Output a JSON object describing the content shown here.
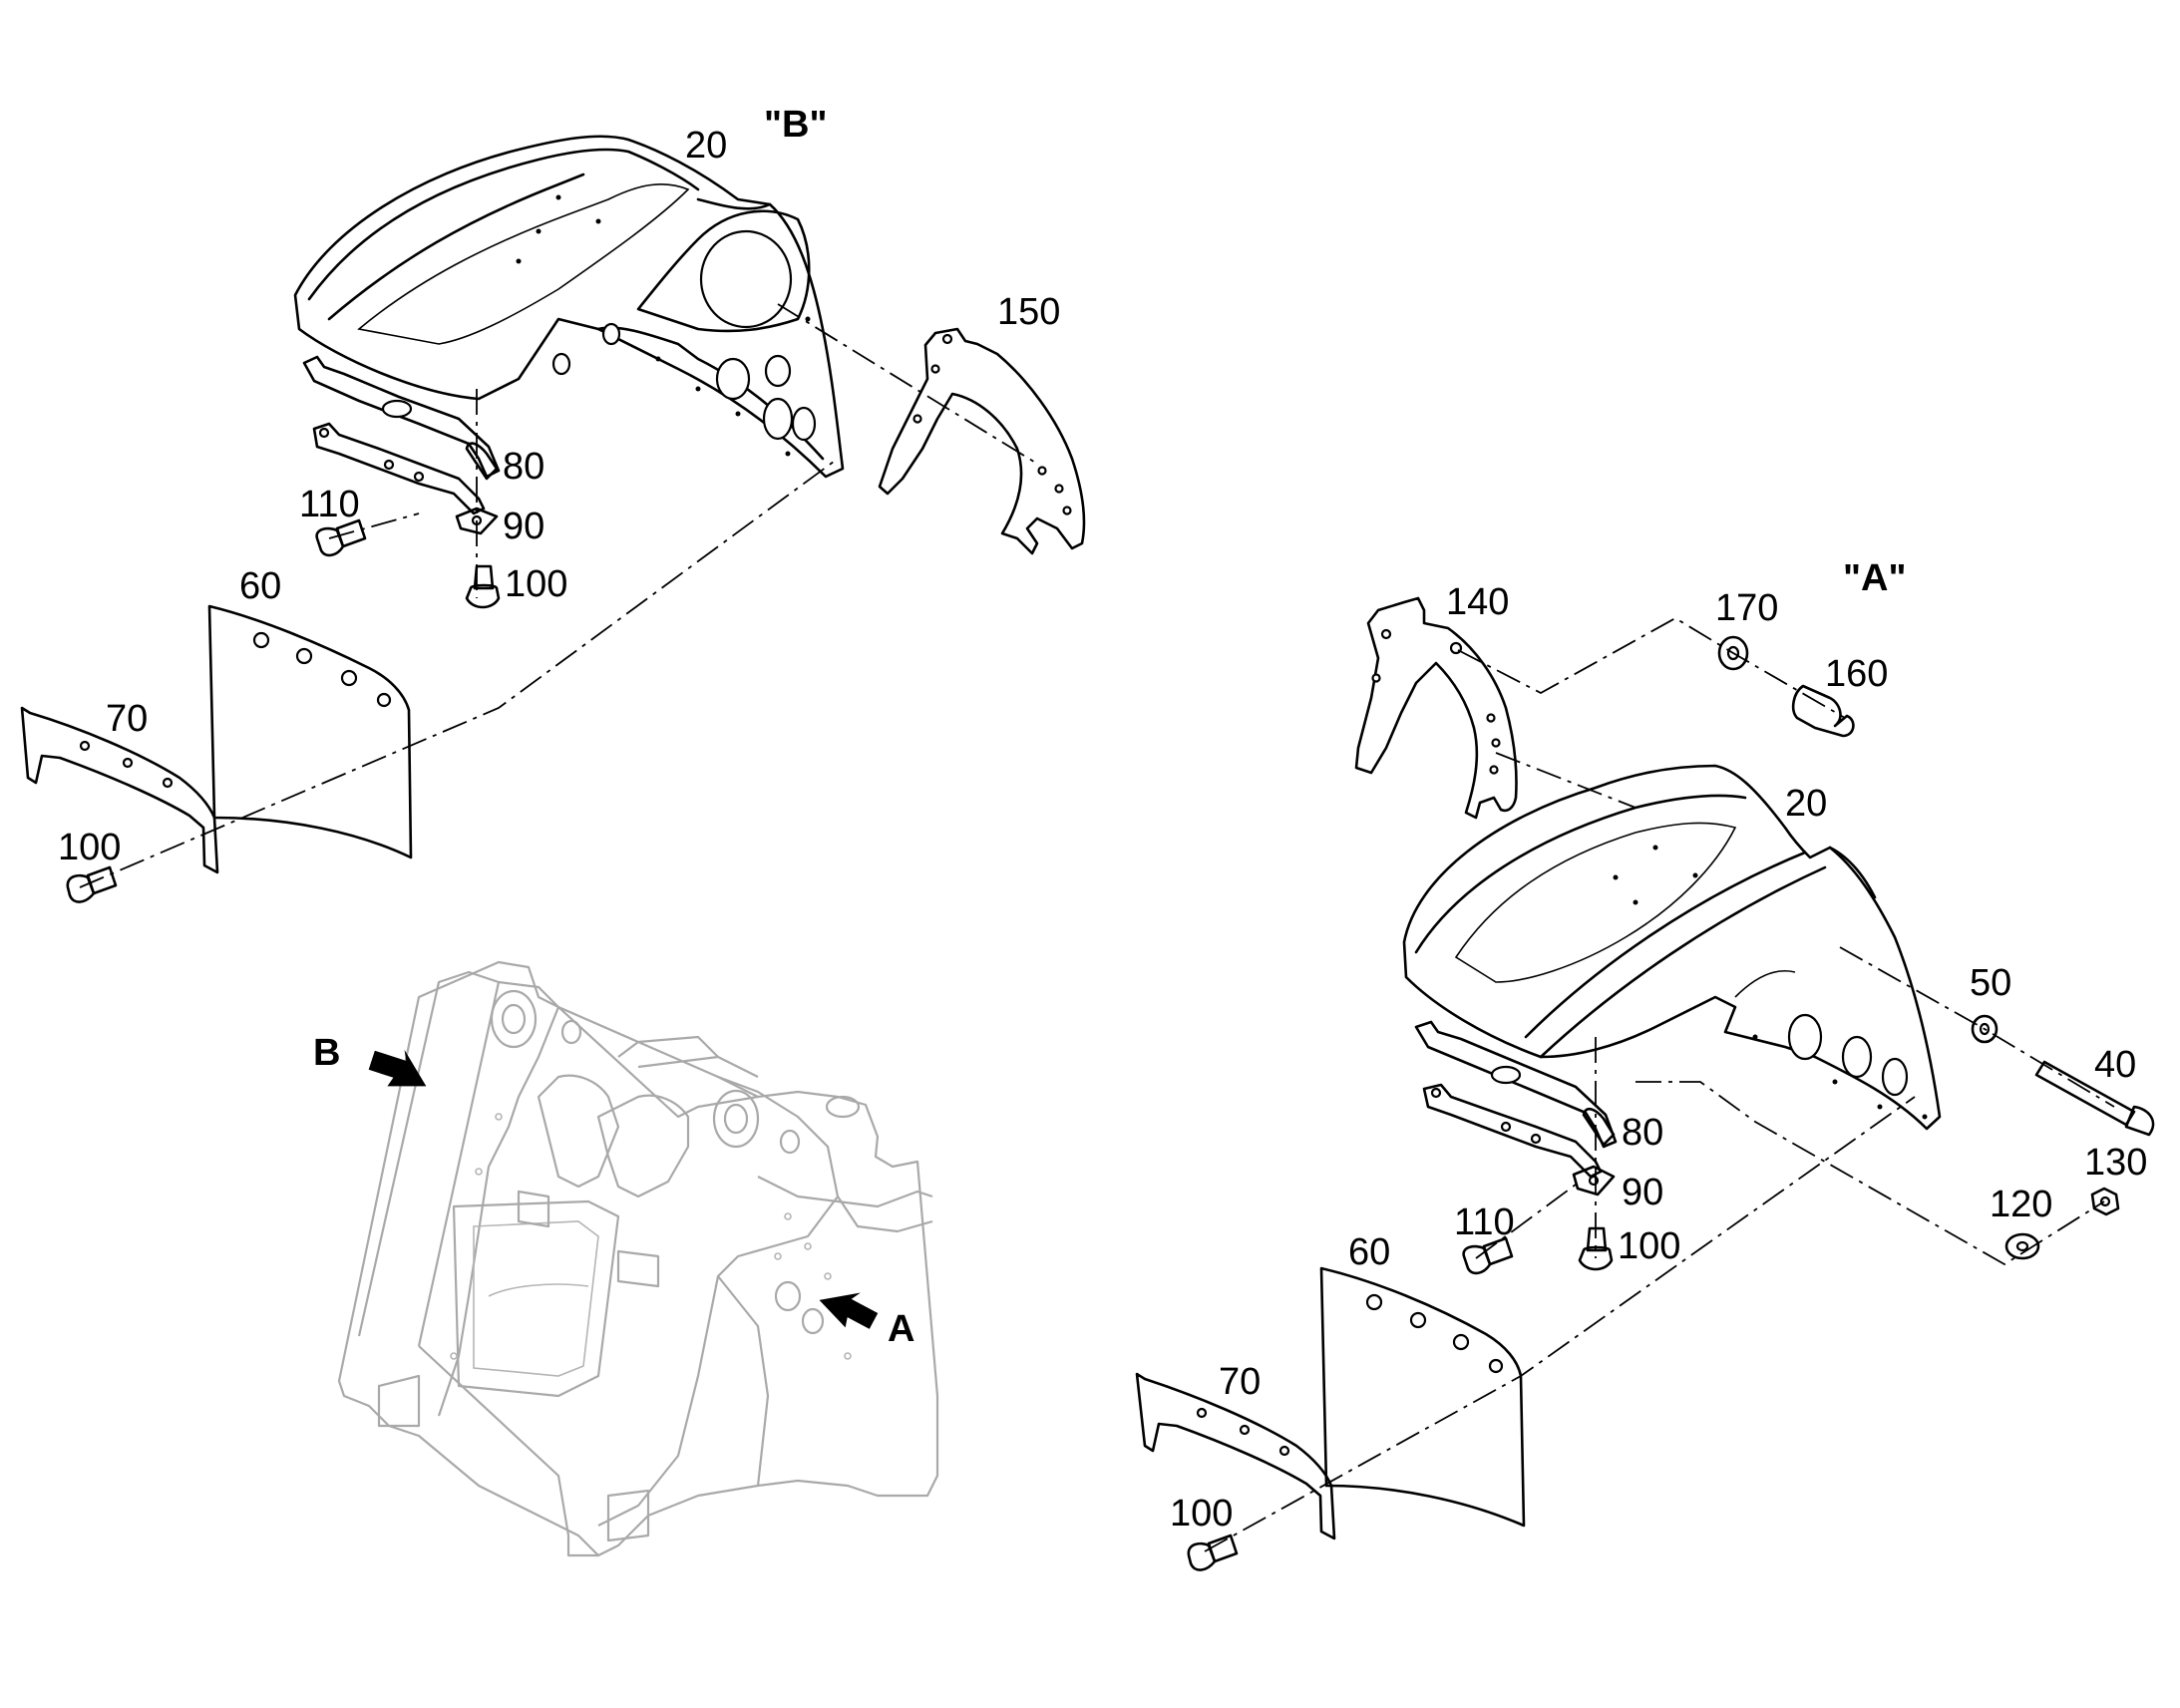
{
  "views": {
    "view_b": "\"B\"",
    "view_a": "\"A\""
  },
  "frame_labels": {
    "arrow_b": "B",
    "arrow_a": "A"
  },
  "callouts_b": {
    "fender": "20",
    "bracket": "150",
    "clip": "80",
    "washer_plate": "90",
    "bolt_side": "110",
    "bolt_bottom": "100",
    "mud_flap": "60",
    "strip": "70",
    "bolt_strip": "100"
  },
  "callouts_a": {
    "bracket": "140",
    "washer_top": "170",
    "bolt_top": "160",
    "fender": "20",
    "washer": "50",
    "long_bolt": "40",
    "nut": "130",
    "washer_nut": "120",
    "clip": "80",
    "washer_plate": "90",
    "bolt_side": "110",
    "bolt_bottom": "100",
    "mud_flap": "60",
    "strip": "70",
    "bolt_strip": "100"
  }
}
